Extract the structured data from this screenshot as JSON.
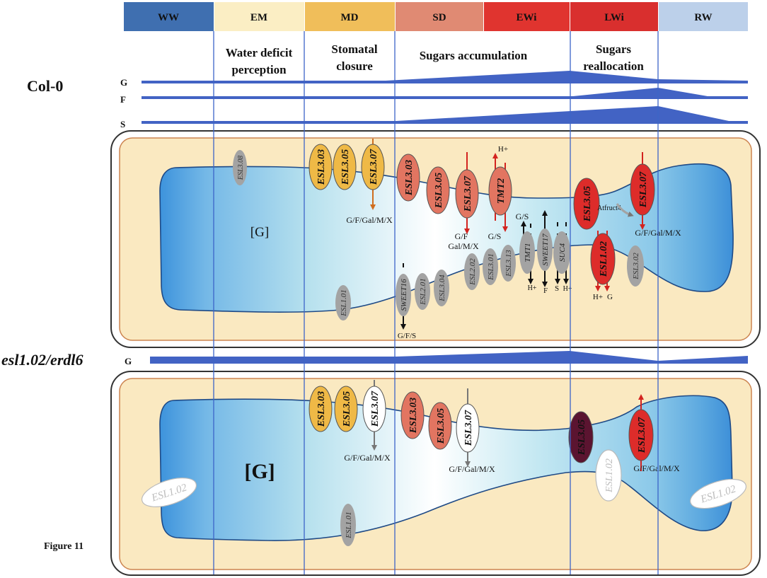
{
  "colors": {
    "ww": "#3f6fb0",
    "em": "#fbeec4",
    "md": "#f0be5a",
    "sd": "#e08a73",
    "ewi": "#e0342f",
    "lwi": "#d92f2e",
    "rw": "#bcd0ea",
    "cell_fill": "#fae9c1",
    "cell_border": "#cc8450",
    "vacuole": "#5aa7df",
    "profile": "#4263c4",
    "gray_oval": "#a3a3a3",
    "md_oval": "#efb946",
    "sd_oval": "#e27561",
    "red_oval": "#dd2c2a",
    "dark_oval": "#5b1430"
  },
  "phases": [
    {
      "code": "WW",
      "color": "ww"
    },
    {
      "code": "EM",
      "color": "em"
    },
    {
      "code": "MD",
      "color": "md"
    },
    {
      "code": "SD",
      "color": "sd"
    },
    {
      "code": "EWi",
      "color": "ewi"
    },
    {
      "code": "LWi",
      "color": "lwi"
    },
    {
      "code": "RW",
      "color": "rw"
    }
  ],
  "processes": {
    "water_deficit_1": "Water deficit",
    "water_deficit_2": "perception",
    "stomatal_1": "Stomatal",
    "stomatal_2": "closure",
    "sugars_acc": "Sugars accumulation",
    "sugars_re_1": "Sugars",
    "sugars_re_2": "reallocation"
  },
  "lines": {
    "col0": "Col-0",
    "mutant": "esl1.02/erdl6",
    "figure_label": "Figure 11"
  },
  "profile_labels": {
    "g": "G",
    "f": "F",
    "s": "S",
    "g_mut": "G"
  },
  "top_cell": {
    "vacuole_label": "[G]",
    "transporters": {
      "esl308": "ESL3.08",
      "md_esl303": "ESL3.03",
      "md_esl305": "ESL3.05",
      "md_esl307": "ESL3.07",
      "sd_esl303": "ESL3.03",
      "sd_esl305": "ESL3.05",
      "sd_esl307": "ESL3.07",
      "tmt2": "TMT2",
      "lwi_esl305": "ESL3.05",
      "lwi_esl307": "ESL3.07",
      "esl102": "ESL1.02",
      "esl302": "ESL3.02",
      "esl101": "ESL1.01",
      "sweet16": "SWEET16",
      "esl201": "ESL2.01",
      "esl304": "ESL3.04",
      "esl202": "ESL2.02",
      "esl301": "ESL3.01",
      "esl313": "ESL3.13",
      "tmt1": "TMT1",
      "sweet17": "SWEET17",
      "suc4": "SUC4"
    },
    "annotations": {
      "md_sugars": "G/F/Gal/M/X",
      "sd_gf": "G/F",
      "sd_galmx": "Gal/M/X",
      "sd_gs": "G/S",
      "h_top": "H+",
      "tmt1_gs": "G/S",
      "tmt1_h": "H+",
      "sweet17_f": "F",
      "suc4_s": "S",
      "suc4_h": "H+",
      "sweet16_gfs": "G/F/S",
      "atfruct4": "Atfruct4",
      "lwi_sugars": "G/F/Gal/M/X",
      "esl102_h": "H+",
      "esl102_g": "G"
    }
  },
  "bottom_cell": {
    "vacuole_label": "[G]",
    "transporters": {
      "esl102_left": "ESL1.02",
      "md_esl303": "ESL3.03",
      "md_esl305": "ESL3.05",
      "md_esl307": "ESL3.07",
      "sd_esl303": "ESL3.03",
      "sd_esl305": "ESL3.05",
      "sd_esl307": "ESL3.07",
      "esl101": "ESL1.01",
      "lwi_esl305": "ESL3.05",
      "esl102_mid": "ESL1.02",
      "lwi_esl307": "ESL3.07",
      "esl102_right": "ESL1.02"
    },
    "annotations": {
      "md_sugars": "G/F/Gal/M/X",
      "sd_sugars": "G/F/Gal/M/X",
      "lwi_sugars": "G/F/Gal/M/X"
    }
  }
}
